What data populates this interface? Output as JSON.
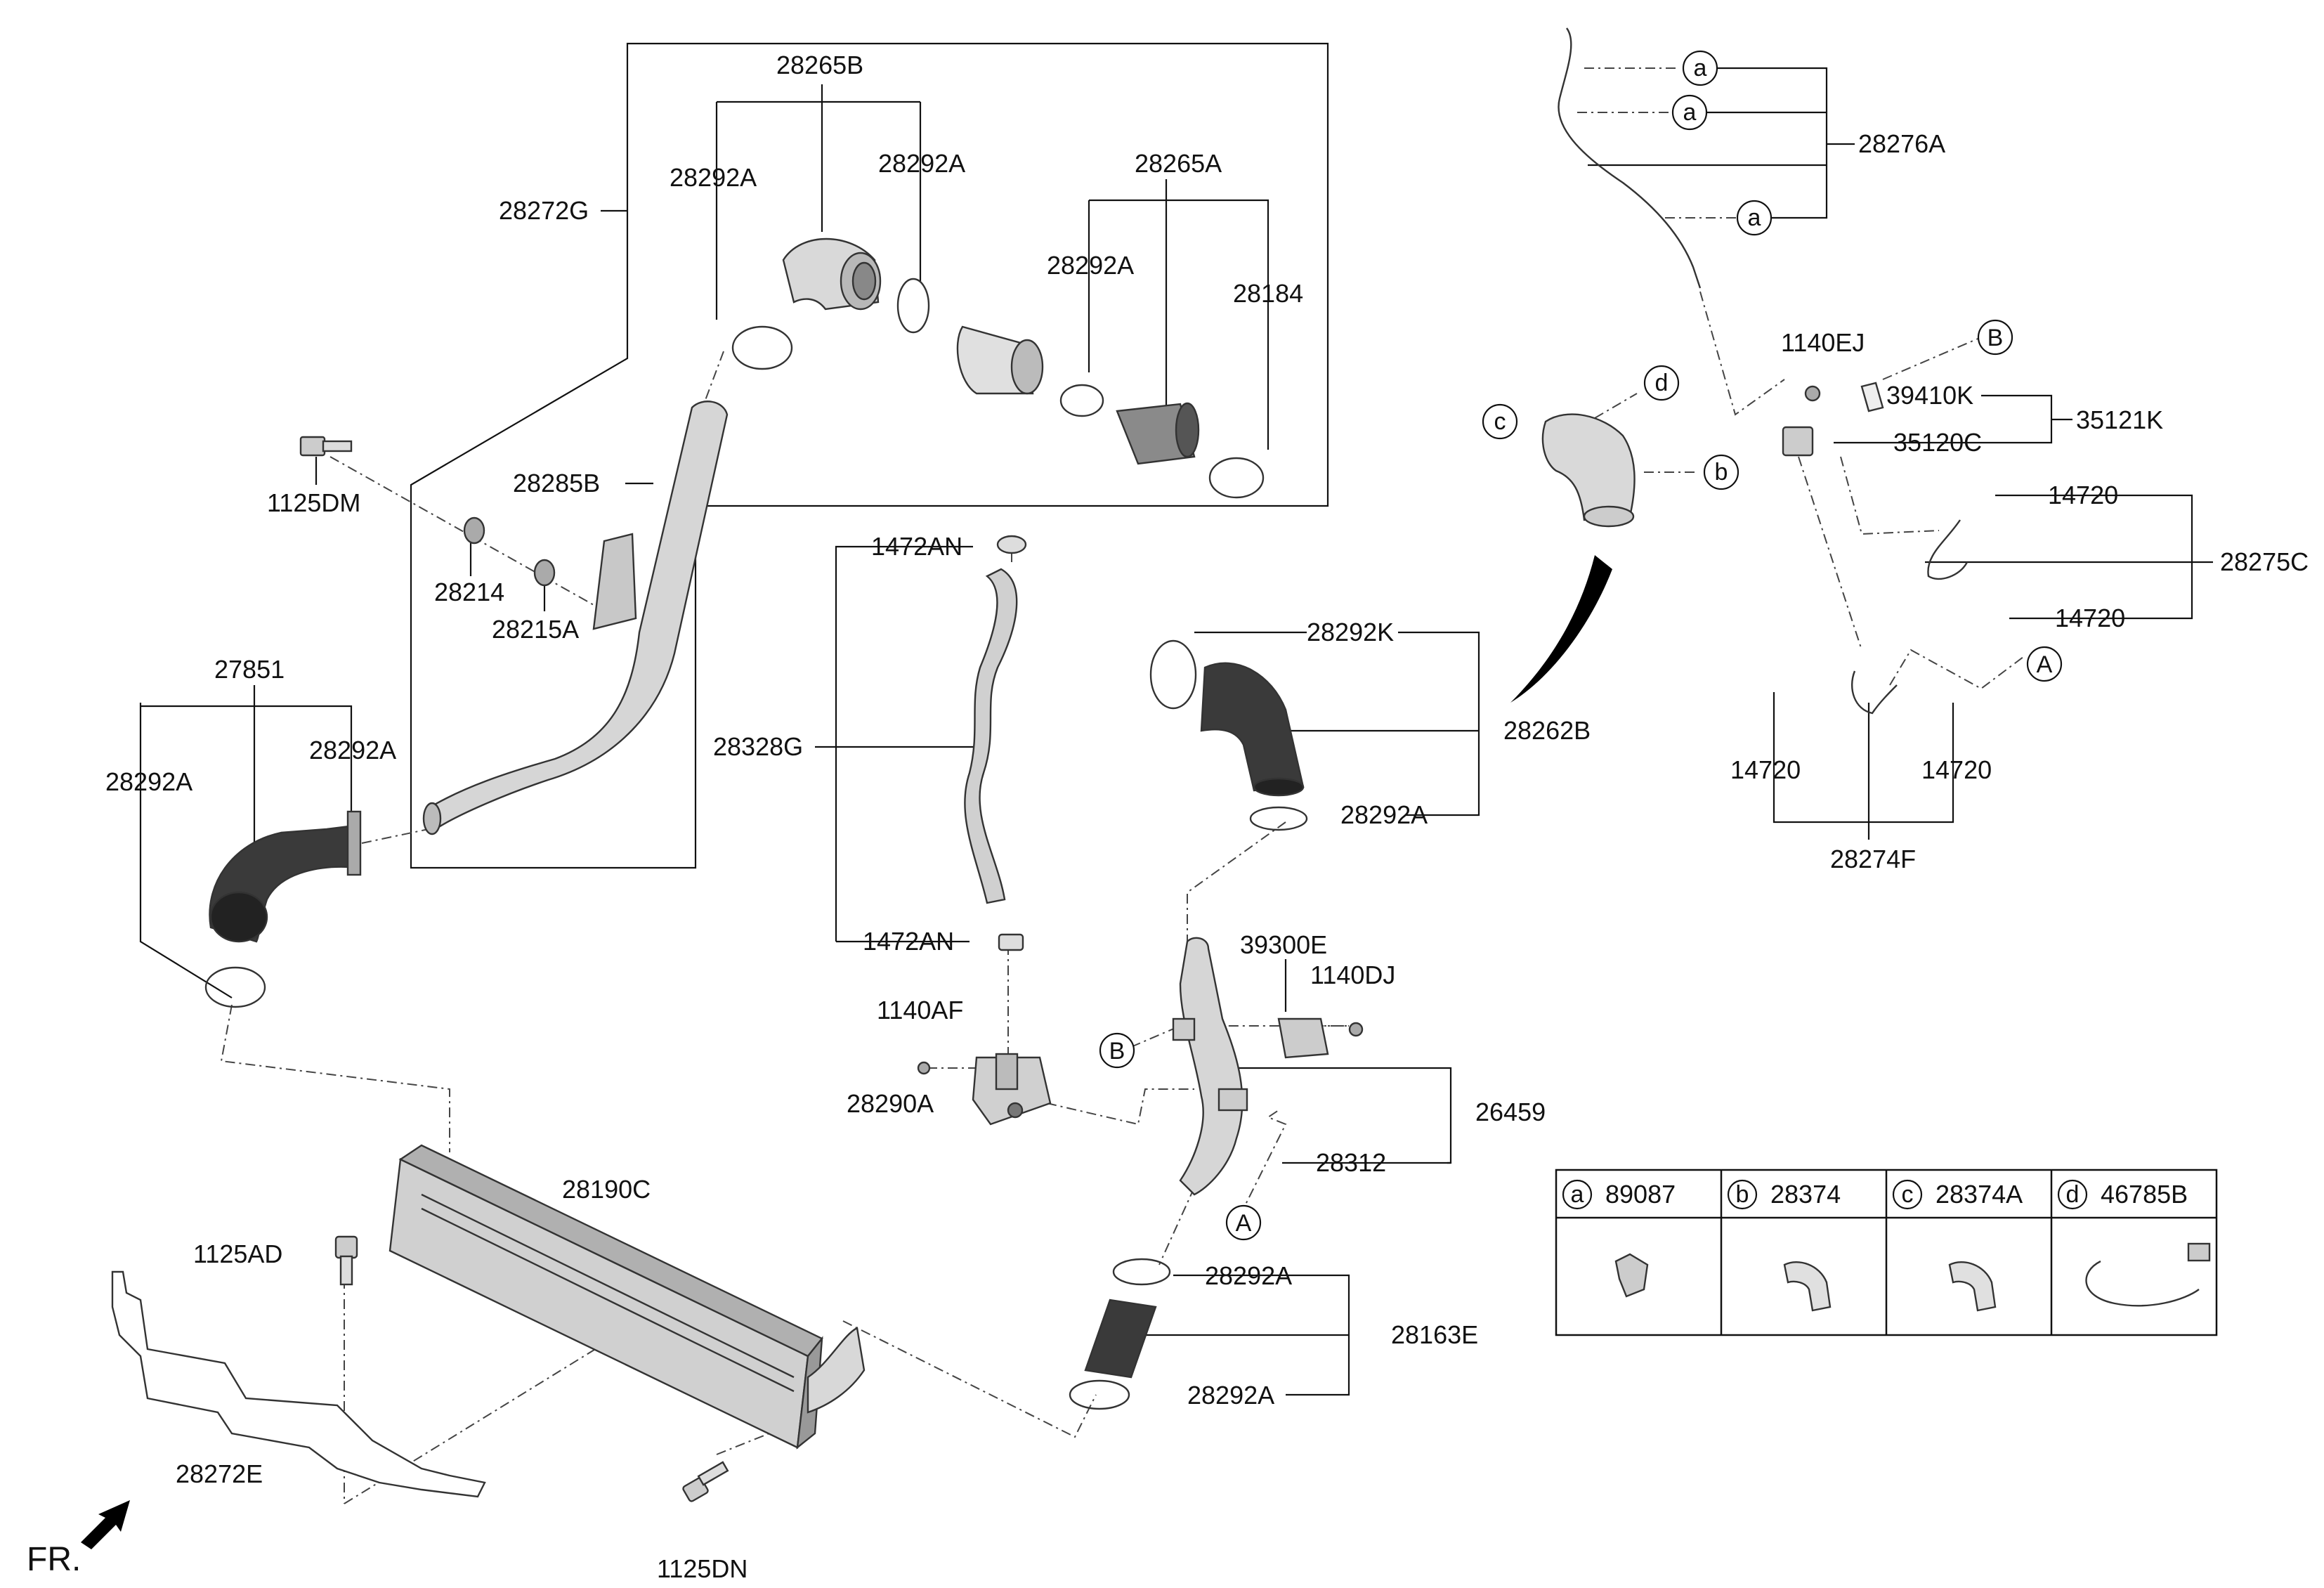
{
  "labels": {
    "p28265B": "28265B",
    "p28272G": "28272G",
    "p28292A_1": "28292A",
    "p28292A_2": "28292A",
    "p28265A": "28265A",
    "p28292A_3": "28292A",
    "p28184": "28184",
    "p28285B": "28285B",
    "p1125DM": "1125DM",
    "p28214": "28214",
    "p28215A": "28215A",
    "p27851": "27851",
    "p28292A_4": "28292A",
    "p28292A_5": "28292A",
    "p1472AN_1": "1472AN",
    "p28328G": "28328G",
    "p1472AN_2": "1472AN",
    "p1140AF": "1140AF",
    "p28290A": "28290A",
    "p28292K": "28292K",
    "p28262B": "28262B",
    "p28292A_6": "28292A",
    "p39300E": "39300E",
    "p1140DJ": "1140DJ",
    "p26459": "26459",
    "p28312": "28312",
    "p28190C": "28190C",
    "p1125AD": "1125AD",
    "p28272E": "28272E",
    "p1125DN": "1125DN",
    "p28292A_7": "28292A",
    "p28163E": "28163E",
    "p28292A_8": "28292A",
    "p28276A": "28276A",
    "p1140EJ": "1140EJ",
    "p39410K": "39410K",
    "p35121K": "35121K",
    "p35120C": "35120C",
    "p14720_1": "14720",
    "p28275C": "28275C",
    "p14720_2": "14720",
    "p14720_3": "14720",
    "p14720_4": "14720",
    "p28274F": "28274F"
  },
  "callouts": {
    "a": "a",
    "b": "b",
    "c": "c",
    "d": "d",
    "A": "A",
    "B": "B"
  },
  "legend": {
    "cells": [
      {
        "letter": "a",
        "part": "89087"
      },
      {
        "letter": "b",
        "part": "28374"
      },
      {
        "letter": "c",
        "part": "28374A"
      },
      {
        "letter": "d",
        "part": "46785B"
      }
    ]
  },
  "direction_label": "FR.",
  "colors": {
    "line": "#111111",
    "part_light": "#d9d9d9",
    "part_mid": "#b8b8b8",
    "part_dark": "#3a3a3a",
    "pointer": "#000000"
  }
}
